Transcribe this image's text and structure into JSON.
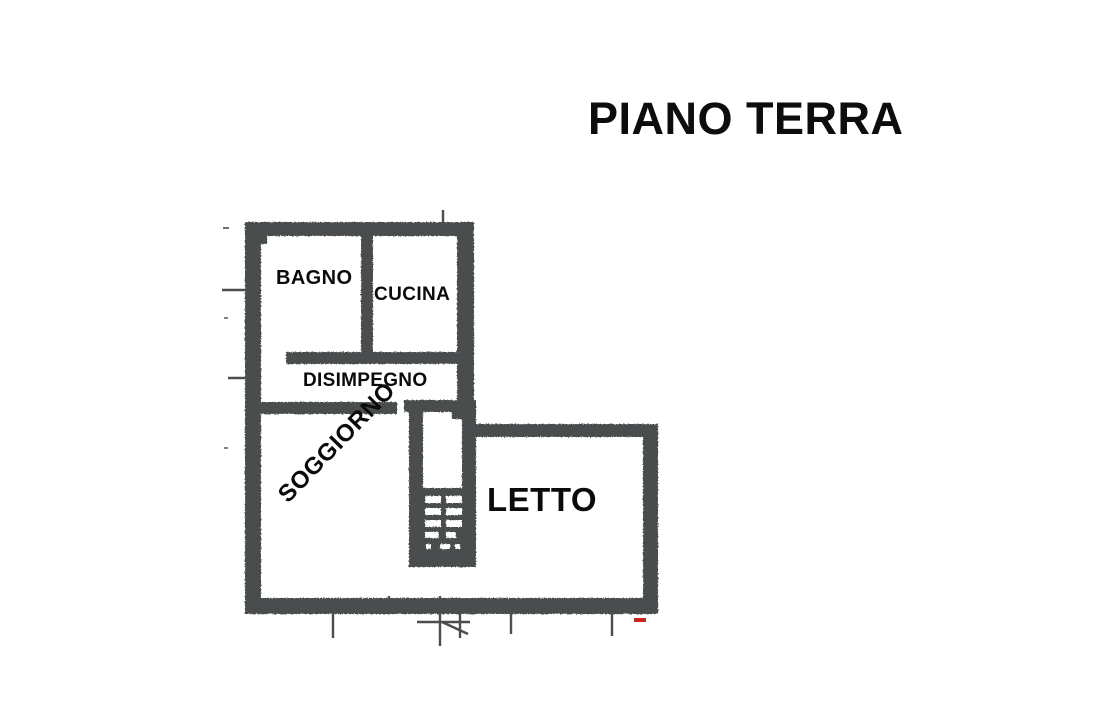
{
  "document": {
    "type": "floor-plan",
    "title": "PIANO TERRA",
    "background_color": "#ffffff",
    "wall_color": "#4a4e4d",
    "text_color": "#0b0b0b",
    "accent_mark_color": "#cc2222"
  },
  "rooms": [
    {
      "id": "bagno",
      "label": "BAGNO"
    },
    {
      "id": "cucina",
      "label": "CUCINA"
    },
    {
      "id": "disimpegno",
      "label": "DISIMPEGNO"
    },
    {
      "id": "soggiorno",
      "label": "SOGGIORNO"
    },
    {
      "id": "letto",
      "label": "LETTO"
    }
  ],
  "features": {
    "staircase": "staircase-with-treads",
    "dimension_ticks": "exterior-wall-dimension-ticks",
    "corner_mark": "red-corner-mark"
  }
}
